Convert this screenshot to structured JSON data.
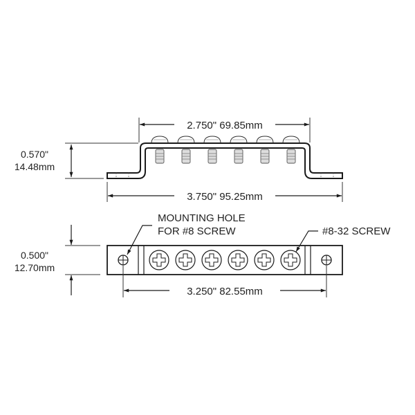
{
  "side_view": {
    "top_span_label": "2.750\" 69.85mm",
    "overall_length_label": "3.750\" 95.25mm",
    "height_label_in": "0.570\"",
    "height_label_mm": "14.48mm",
    "screw_count": 6
  },
  "top_view": {
    "width_label_in": "0.500\"",
    "width_label_mm": "12.70mm",
    "hole_spacing_label": "3.250\" 82.55mm",
    "mounting_hole_callout_line1": "MOUNTING HOLE",
    "mounting_hole_callout_line2": "FOR #8 SCREW",
    "screw_callout": "#8-32 SCREW",
    "screw_count": 6
  },
  "colors": {
    "line": "#1a1a1a",
    "screw_shade": "#888888",
    "background": "#ffffff"
  }
}
